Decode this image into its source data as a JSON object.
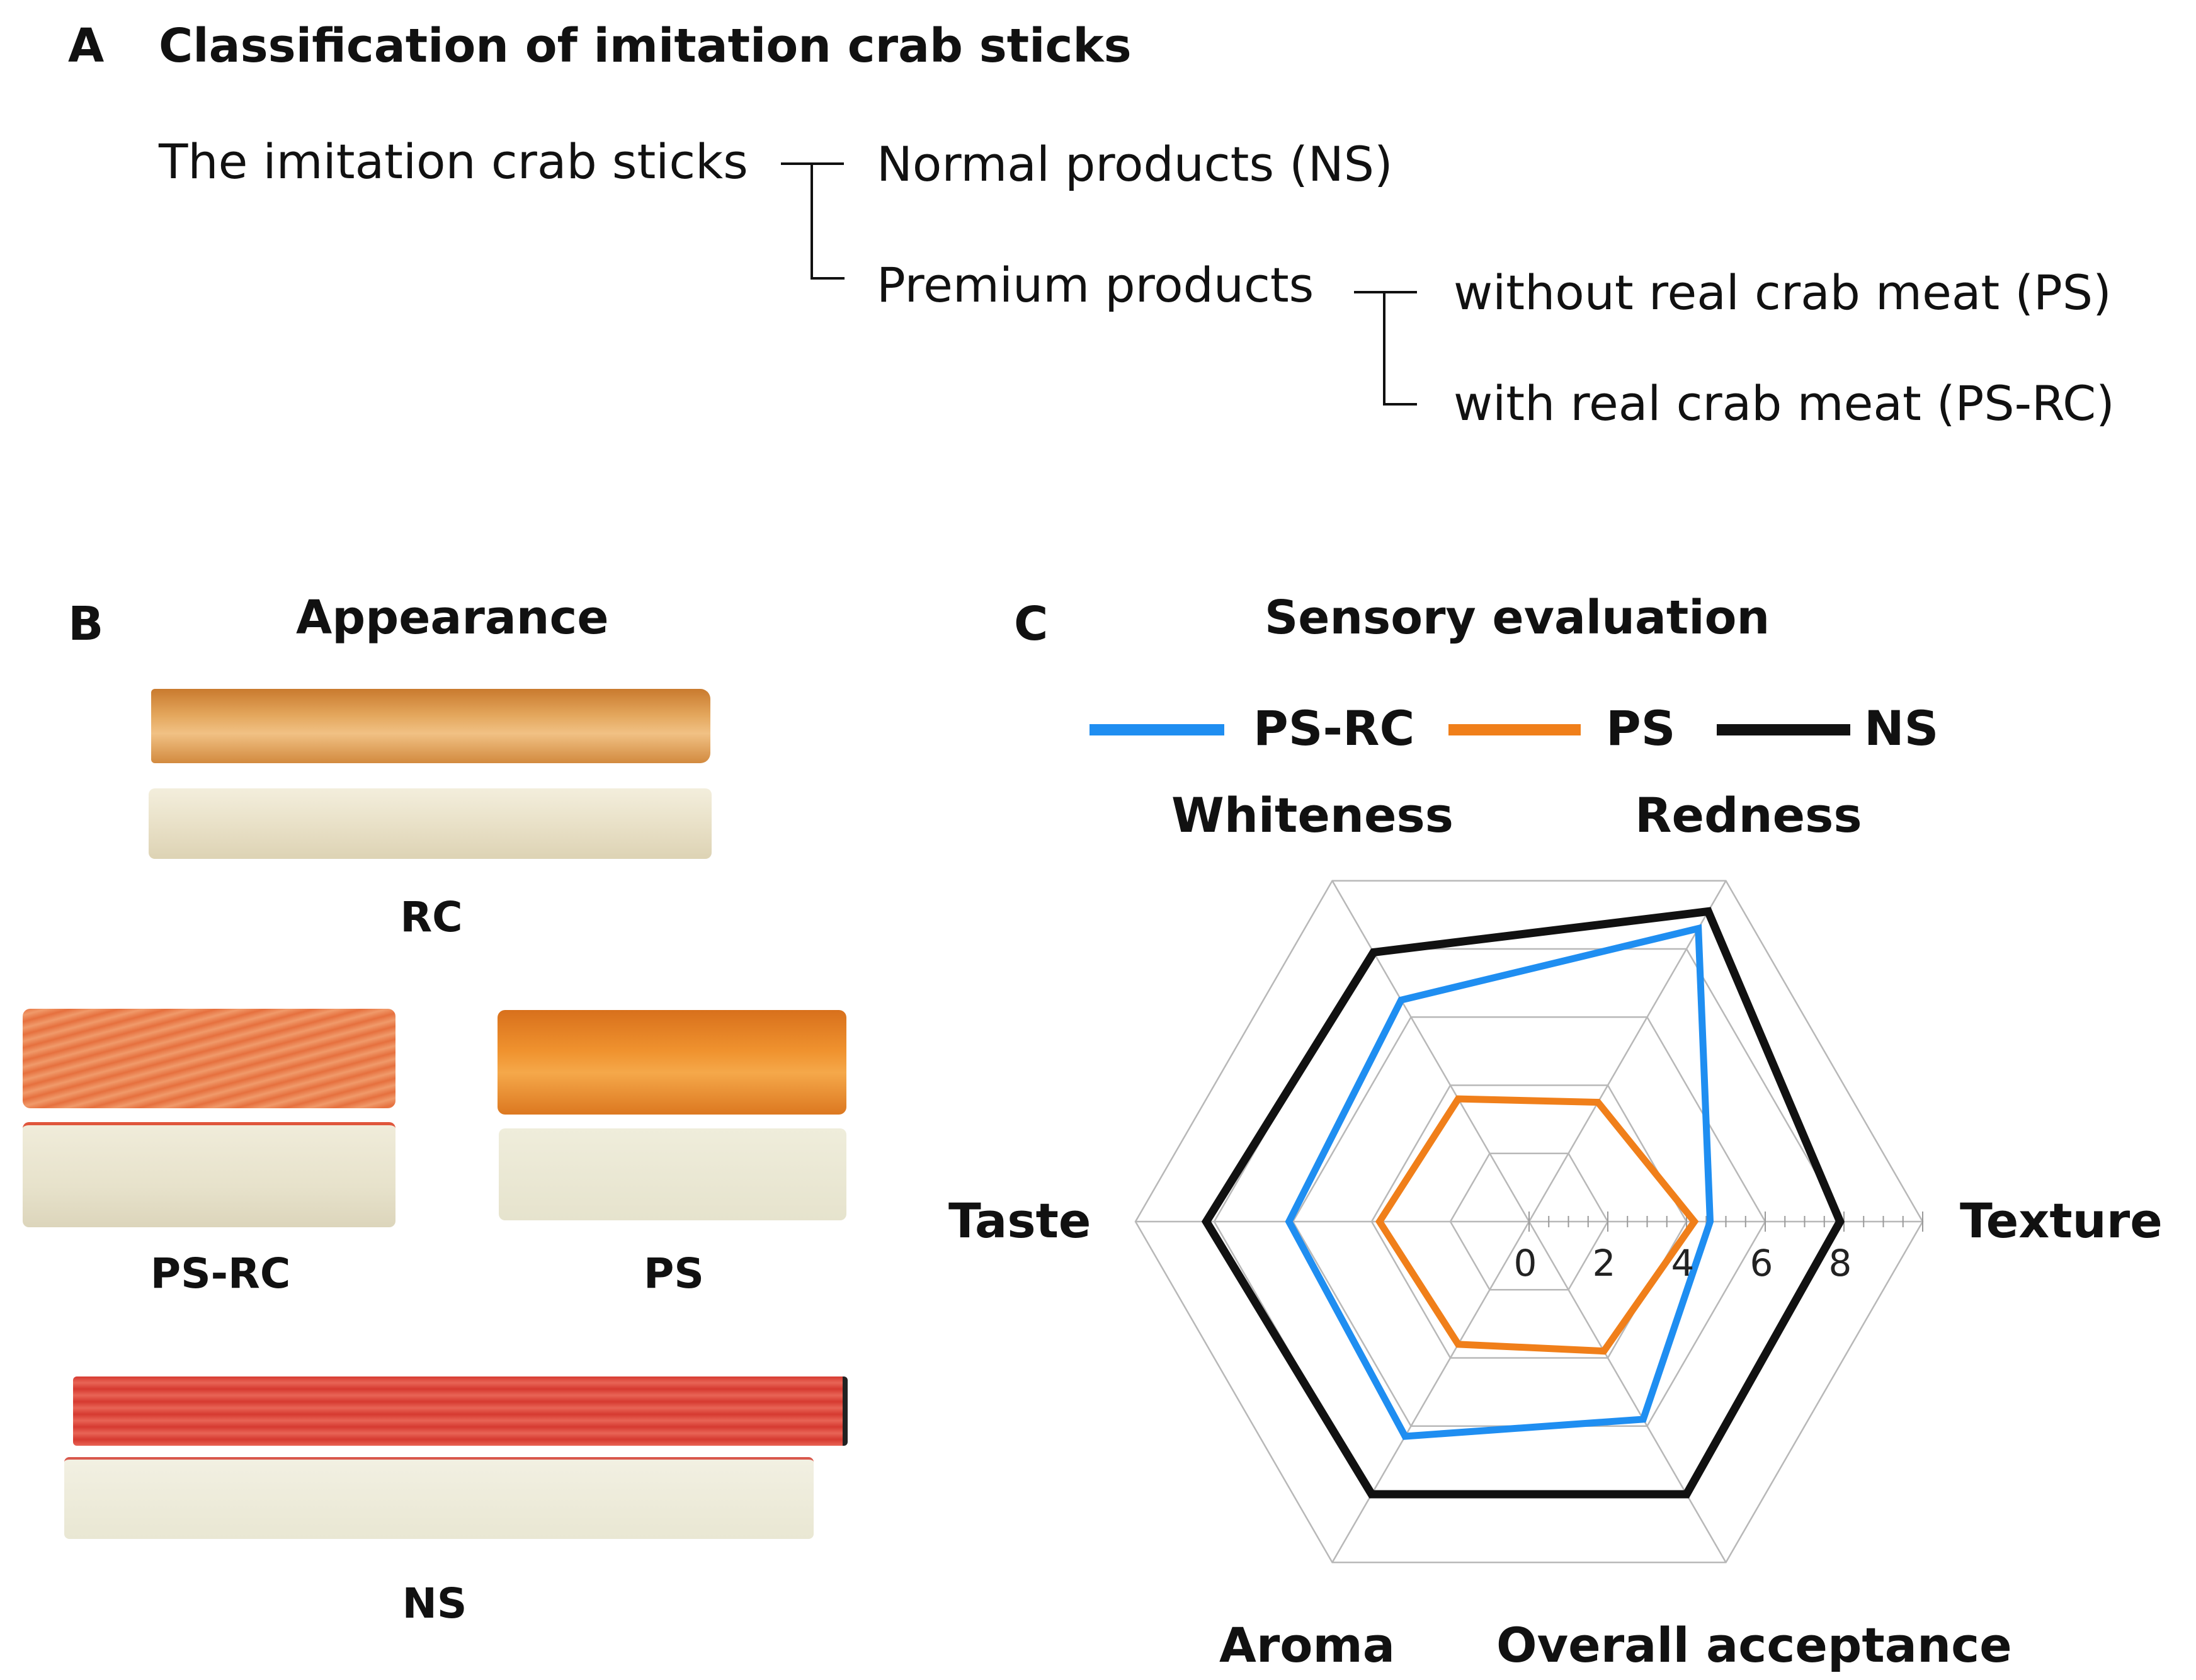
{
  "panel_a": {
    "letter": "A",
    "title": "Classification of imitation crab sticks",
    "root": "The imitation crab sticks",
    "normal": "Normal products (NS)",
    "premium": "Premium products",
    "premium_without": "without real crab meat (PS)",
    "premium_with": "with real crab meat (PS-RC)"
  },
  "panel_b": {
    "letter": "B",
    "title": "Appearance",
    "captions": {
      "rc": "RC",
      "psrc": "PS-RC",
      "ps": "PS",
      "ns": "NS"
    },
    "colors": {
      "rc_top": "#d9954a",
      "rc_bottom": "#efe9d6",
      "psrc_top": "#e8794a",
      "psrc_bottom": "#eeebd8",
      "ps_top": "#e58a2c",
      "ps_bottom": "#ecead6",
      "ns_top": "#dc4a3c",
      "ns_bottom": "#efedde"
    }
  },
  "panel_c": {
    "letter": "C",
    "title": "Sensory evaluation"
  },
  "chart_data": {
    "type": "radar",
    "title": "Sensory evaluation",
    "axes": [
      "Whiteness",
      "Redness",
      "Texture",
      "Overall acceptance",
      "Aroma",
      "Taste"
    ],
    "scale": {
      "min": 0,
      "max": 10,
      "ring_step": 2,
      "tick_labels": [
        0,
        2,
        4,
        6,
        8
      ]
    },
    "legend_position": "top",
    "series": [
      {
        "name": "PS-RC",
        "color": "#1f8ef1",
        "values": [
          6.5,
          8.6,
          4.6,
          5.8,
          6.3,
          6.1
        ]
      },
      {
        "name": "PS",
        "color": "#f07f1a",
        "values": [
          3.6,
          3.5,
          4.2,
          3.8,
          3.6,
          3.8
        ]
      },
      {
        "name": "NS",
        "color": "#111111",
        "values": [
          7.9,
          9.1,
          7.9,
          8.0,
          8.0,
          8.2
        ]
      }
    ]
  }
}
